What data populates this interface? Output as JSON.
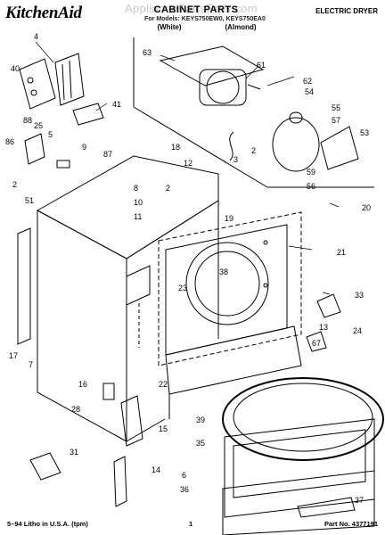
{
  "header": {
    "brand": "KitchenAid",
    "title": "CABINET PARTS",
    "models": "For Models: KEYS750EW0, KEYS750EA0",
    "colors": [
      "(White)",
      "(Almond)"
    ],
    "category": "ELECTRIC DRYER",
    "watermark": "AppliancePartsPros.com"
  },
  "callouts": [
    "4",
    "40",
    "41",
    "88",
    "5",
    "25",
    "86",
    "9",
    "87",
    "2",
    "51",
    "18",
    "12",
    "8",
    "2",
    "10",
    "11",
    "63",
    "61",
    "62",
    "54",
    "3",
    "2",
    "55",
    "57",
    "53",
    "59",
    "56",
    "19",
    "20",
    "21",
    "38",
    "23",
    "33",
    "13",
    "24",
    "67",
    "17",
    "7",
    "16",
    "22",
    "28",
    "15",
    "39",
    "35",
    "6",
    "36",
    "37",
    "31",
    "14"
  ],
  "footer": {
    "litho": "5–94 Litho in U.S.A. (tpm)",
    "page": "1",
    "part_no": "Part No. 4377191"
  }
}
